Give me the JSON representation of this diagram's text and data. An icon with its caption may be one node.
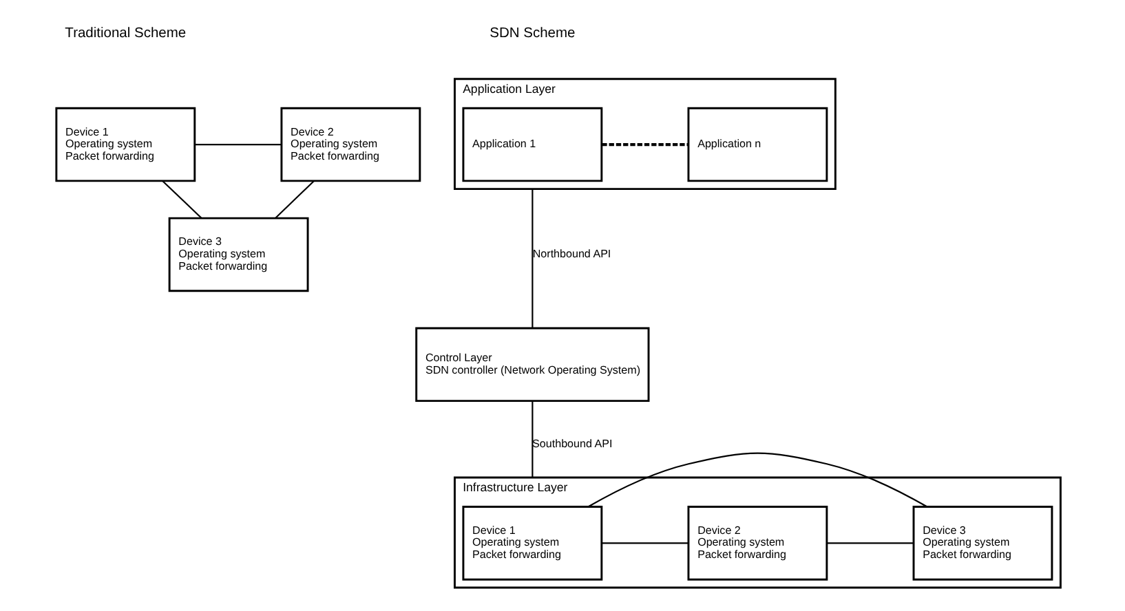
{
  "diagram": {
    "nodes": [
      {
        "text": [
          "Device 1",
          "Operating system",
          "Packet forwarding"
        ]
      },
      {
        "text": [
          "Device 2",
          "Operating system",
          "Packet forwarding"
        ]
      },
      {
        "text": [
          "Device 3",
          "Operating system",
          "Packet forwarding"
        ]
      },
      {
        "text": [
          "Application Layer"
        ]
      },
      {
        "text": [
          "Application 1"
        ],
        "in": 3
      },
      {
        "text": [
          "Application n"
        ],
        "in": 3
      },
      {
        "text": [
          "Control Layer",
          "SDN controller (Network Operating System)"
        ]
      },
      {
        "text": [
          "Infrastructure Layer"
        ]
      },
      {
        "text": [
          "Device 1",
          "Operating system",
          "Packet forwarding"
        ],
        "in": 7
      },
      {
        "text": [
          "Device 2",
          "Operating system",
          "Packet forwarding"
        ],
        "in": 7
      },
      {
        "text": [
          "Device 3",
          "Operating system",
          "Packet forwarding"
        ],
        "in": 7
      }
    ],
    "edges": [
      {
        "from": 0,
        "to": 1,
        "arrow": "none"
      },
      {
        "from": 0,
        "to": 2,
        "arrow": "none"
      },
      {
        "from": 1,
        "to": 2,
        "arrow": "none"
      },
      {
        "from": 4,
        "to": 5,
        "arrow": "none",
        "style": "dashed"
      },
      {
        "from": 3,
        "to": 6,
        "arrow": "none",
        "label": "Northbound API"
      },
      {
        "from": 6,
        "to": 7,
        "arrow": "none",
        "label": "Southbound API"
      },
      {
        "from": 8,
        "to": 9,
        "arrow": "none"
      },
      {
        "from": 9,
        "to": 10,
        "arrow": "none"
      },
      {
        "from": 8,
        "to": 10,
        "arrow": "none"
      }
    ],
    "labels": [
      "Traditional Scheme",
      "SDN Scheme"
    ]
  }
}
